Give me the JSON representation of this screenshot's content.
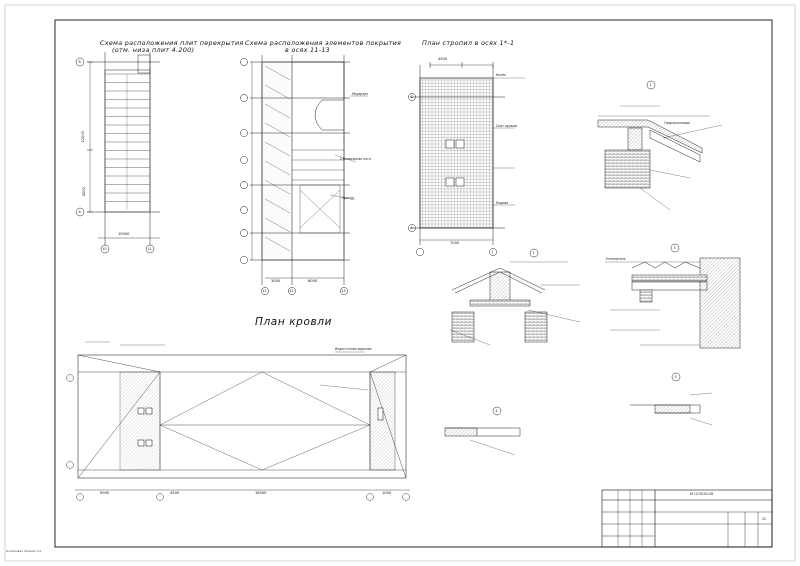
{
  "sheet": {
    "titles": {
      "slabs_scheme": "Схема расположения плит перекрытия",
      "slabs_scheme_sub": "(отм. низа плит 4.200)",
      "cover_scheme": "Схема расположения элементов покрытия",
      "cover_scheme_sub": "в осях 11-13",
      "rafters_plan": "План стропил в осях 1*-1",
      "roof_plan": "План кровли"
    },
    "axis_marks": {
      "a": "А",
      "b": "Б",
      "v": "В",
      "one": "1",
      "ten": "10",
      "eleven": "11",
      "twelve": "12",
      "thirteen": "13"
    },
    "dimensions": {
      "d_10000": "10000",
      "d_4000": "4000",
      "d_6000": "6000",
      "d_12000": "12000",
      "d_7000": "7000",
      "d_3000": "3000",
      "d_4500": "4500",
      "d_9000": "9000",
      "d_18000": "18000",
      "d_1000": "1000"
    },
    "annotations": {
      "mauerlat": "Мауэрлат",
      "rafter_leg": "Стропильная нога",
      "purlin": "Прогон",
      "ridge": "Конек",
      "valley": "Ендова",
      "roof_slope": "Скат кровли",
      "drain_funnel": "Водосточная воронка",
      "insulation": "Утеплитель",
      "waterproof": "Гидроизоляция",
      "marker_1": "1",
      "marker_2": "2",
      "marker_3": "3",
      "marker_4": "4",
      "marker_5": "5",
      "marker_6": "6"
    },
    "stamp": {
      "org_row": "КП-270102-08",
      "sheet_no": "12"
    },
    "footnote": "Копировал     Формат А1"
  }
}
